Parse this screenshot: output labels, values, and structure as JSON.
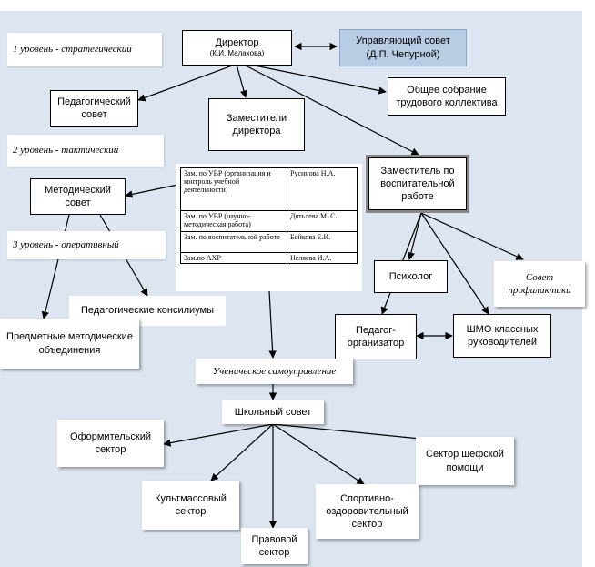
{
  "levels": {
    "strategic": "1 уровень - стратегический",
    "tactical": "2 уровень - тактический",
    "operational": "3 уровень - оперативный"
  },
  "director": {
    "title": "Директор",
    "name": "(К.И. Малахова)"
  },
  "board": {
    "title": "Управляющий совет",
    "name": "(Д.П. Чепурной)"
  },
  "ped_council": {
    "line1": "Педагогический",
    "line2": "совет"
  },
  "general_meeting": {
    "line1": "Общее собрание",
    "line2": "трудового коллектива"
  },
  "deputies": {
    "line1": "Заместители",
    "line2": "директора"
  },
  "deputy_table": [
    {
      "role": "Зам. по УВР (организация и контроль учебной деятельности)",
      "name": "Русинова Н.А."
    },
    {
      "role": "Зам. по УВР (научно-методическая работа)",
      "name": "Дятьлева М. С."
    },
    {
      "role": "Зам. по воспитательной работе",
      "name": "Бойкова Е.И."
    },
    {
      "role": "Зам.по АХР",
      "name": "Неляева И.А."
    }
  ],
  "edu_deputy": {
    "line1": "Заместитель по",
    "line2": "воспитательной",
    "line3": "работе"
  },
  "method_council": {
    "line1": "Методический",
    "line2": "совет"
  },
  "psychologist": "Психолог",
  "prevention_council": {
    "line1": "Совет",
    "line2": "профилактики"
  },
  "ped_consiliums": "Педагогические консилиумы",
  "subject_units": {
    "line1": "Предметные методические",
    "line2": "объединения"
  },
  "organizer": {
    "line1": "Педагог-",
    "line2": "организатор"
  },
  "class_teachers": {
    "line1": "ШМО классных",
    "line2": "руководителей"
  },
  "student_gov": "Ученическое самоуправление",
  "school_council": "Школьный совет",
  "sectors": {
    "design": {
      "line1": "Оформительский",
      "line2": "сектор"
    },
    "patronage": {
      "line1": "Сектор шефской",
      "line2": "помощи"
    },
    "culture": {
      "line1": "Культмассовый",
      "line2": "сектор"
    },
    "sport": {
      "line1": "Спортивно-",
      "line2": "оздоровительный",
      "line3": "сектор"
    },
    "legal": {
      "line1": "Правовой",
      "line2": "сектор"
    }
  },
  "colors": {
    "background": "#dde5f1",
    "board_fill": "#b8cce4",
    "line": "#000000"
  }
}
